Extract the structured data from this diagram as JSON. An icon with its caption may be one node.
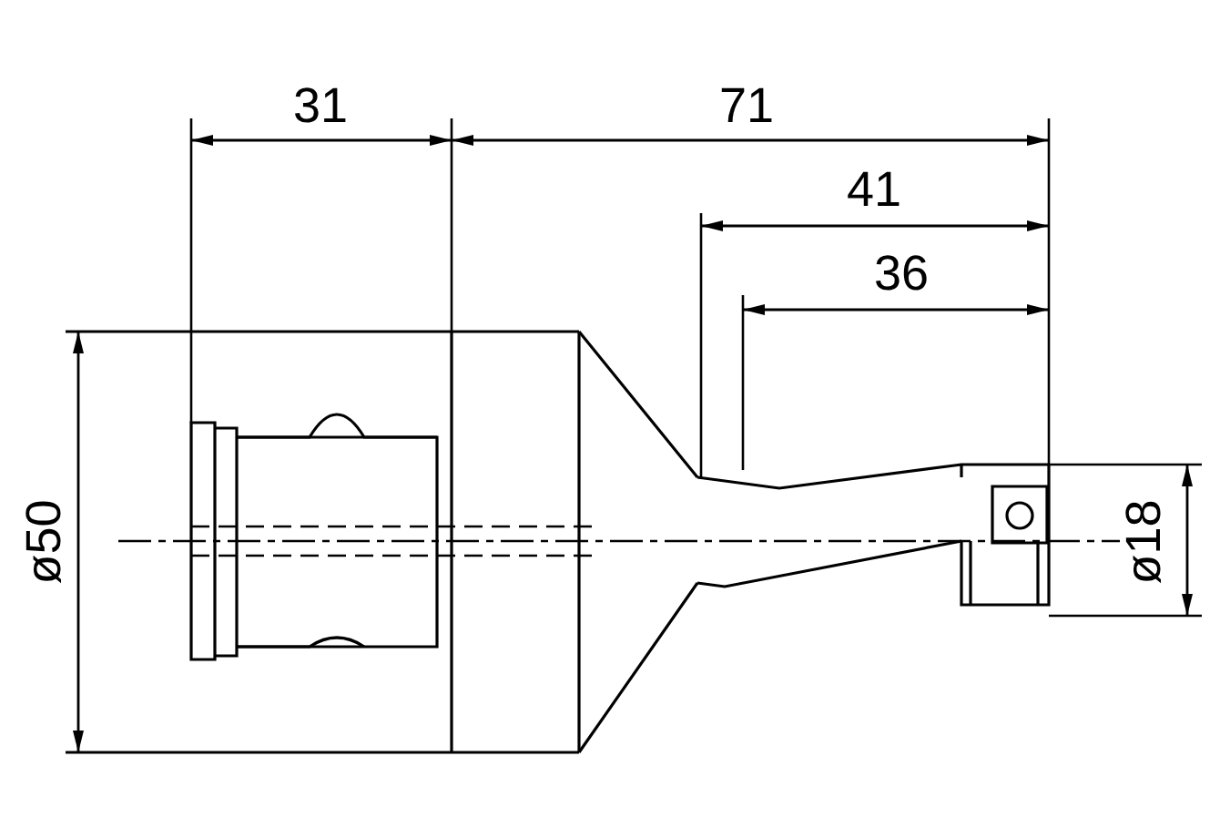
{
  "diagram": {
    "labels": [
      "31",
      "71",
      "41",
      "36",
      "ø50",
      "ø18"
    ]
  }
}
